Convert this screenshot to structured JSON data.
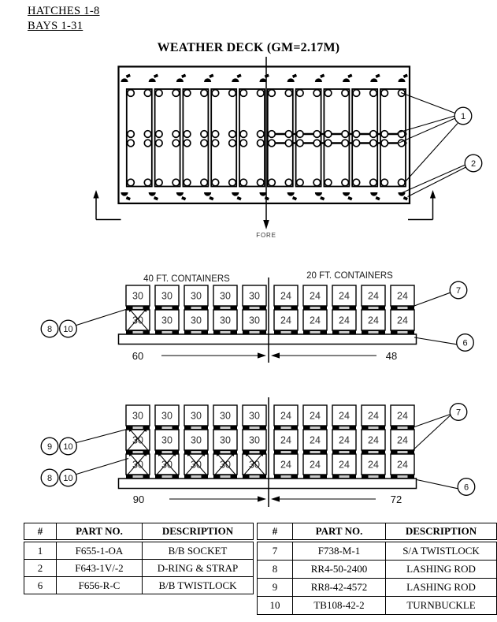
{
  "page": {
    "hatches_label": "HATCHES 1-8",
    "bays_label": "BAYS 1-31",
    "title": "WEATHER DECK (GM=2.17M)"
  },
  "deck_plan": {
    "fore_label": "FORE",
    "callout_1": "1",
    "callout_2": "2"
  },
  "stack_diagrams": [
    {
      "left_label": "40 FT. CONTAINERS",
      "right_label": "20 FT. CONTAINERS",
      "rows": [
        [
          "30",
          "30",
          "30",
          "30",
          "30",
          "24",
          "24",
          "24",
          "24",
          "24"
        ],
        [
          "30",
          "30",
          "30",
          "30",
          "30",
          "24",
          "24",
          "24",
          "24",
          "24"
        ]
      ],
      "crossed_cells": [
        [
          1,
          0
        ]
      ],
      "dim_left": "60",
      "dim_right": "48",
      "callouts": {
        "left_a": "8",
        "left_b": "10",
        "right_top": "7",
        "right_bottom": "6"
      }
    },
    {
      "rows": [
        [
          "30",
          "30",
          "30",
          "30",
          "30",
          "24",
          "24",
          "24",
          "24",
          "24"
        ],
        [
          "30",
          "30",
          "30",
          "30",
          "30",
          "24",
          "24",
          "24",
          "24",
          "24"
        ],
        [
          "30",
          "30",
          "30",
          "30",
          "30",
          "24",
          "24",
          "24",
          "24",
          "24"
        ]
      ],
      "crossed_cells": [
        [
          1,
          0
        ],
        [
          2,
          0
        ],
        [
          2,
          1
        ],
        [
          2,
          2
        ],
        [
          2,
          3
        ],
        [
          2,
          4
        ]
      ],
      "dim_left": "90",
      "dim_right": "72",
      "callouts": {
        "left_a": "9",
        "left_b": "10",
        "left_c": "8",
        "left_d": "10",
        "right_top": "7",
        "right_bottom": "6"
      }
    }
  ],
  "parts_tables": {
    "left": {
      "headers": [
        "#",
        "PART NO.",
        "DESCRIPTION"
      ],
      "rows": [
        [
          "1",
          "F655-1-OA",
          "B/B SOCKET"
        ],
        [
          "2",
          "F643-1V/-2",
          "D-RING & STRAP"
        ],
        [
          "6",
          "F656-R-C",
          "B/B TWISTLOCK"
        ]
      ]
    },
    "right": {
      "headers": [
        "#",
        "PART NO.",
        "DESCRIPTION"
      ],
      "rows": [
        [
          "7",
          "F738-M-1",
          "S/A TWISTLOCK"
        ],
        [
          "8",
          "RR4-50-2400",
          "LASHING ROD"
        ],
        [
          "9",
          "RR8-42-4572",
          "LASHING ROD"
        ],
        [
          "10",
          "TB108-42-2",
          "TURNBUCKLE"
        ]
      ]
    }
  }
}
